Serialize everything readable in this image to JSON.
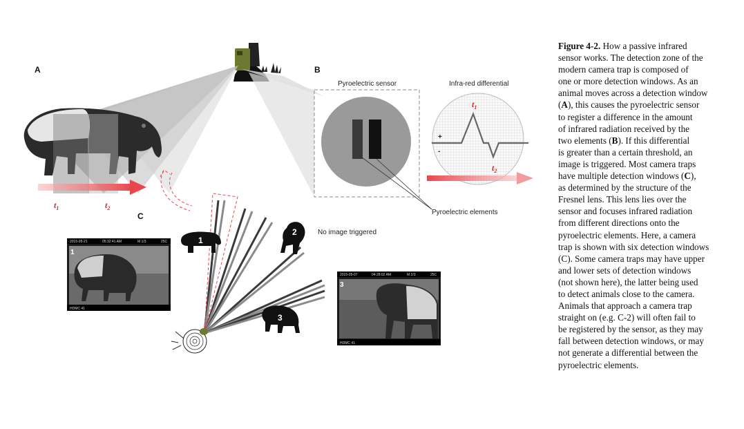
{
  "panels": {
    "a": "A",
    "b": "B",
    "c": "C"
  },
  "panel_a": {
    "time_1": {
      "base": "t",
      "sub": "1"
    },
    "time_2": {
      "base": "t",
      "sub": "2"
    }
  },
  "panel_b": {
    "sensor_title": "Pyroelectric sensor",
    "differential_title": "Infra-red differential",
    "plus": "+",
    "minus": "-",
    "peak_1": {
      "base": "t",
      "sub": "1"
    },
    "peak_2": {
      "base": "t",
      "sub": "2"
    },
    "elements_label": "Pyroelectric elements"
  },
  "panel_c": {
    "no_image": "No image triggered",
    "animal_labels": [
      "1",
      "2",
      "3"
    ],
    "photo_1": {
      "date": "2015-05-21",
      "time": "05:32:41 AM",
      "frame": "M 1/3",
      "temp": "25C",
      "num": "1",
      "footer": "HDMC 41"
    },
    "photo_3": {
      "date": "2015-05-07",
      "time": "04:28:02 AM",
      "frame": "M 2/3",
      "temp": "25C",
      "num": "3",
      "footer": "HDMC 41"
    }
  },
  "caption": {
    "lines": [
      {
        "bold": "Figure 4-2.",
        "text": " How a passive infrared"
      },
      {
        "text": "sensor works. The detection zone of the"
      },
      {
        "text": "modern camera trap is composed of"
      },
      {
        "text": "one or more detection windows. As an"
      },
      {
        "text": "animal moves across a detection window"
      },
      {
        "pre": "(",
        "bold": "A",
        "text": "), this causes the pyroelectric sensor"
      },
      {
        "text": "to register a difference in the amount"
      },
      {
        "text": "of infrared radiation received by the"
      },
      {
        "pre": "two elements (",
        "bold": "B",
        "text": "). If this differential"
      },
      {
        "text": "is greater than a certain threshold, an"
      },
      {
        "text": "image is triggered. Most camera traps"
      },
      {
        "pre": "have multiple detection windows (",
        "bold": "C",
        "text": "),"
      },
      {
        "text": "as determined by the structure of the"
      },
      {
        "text": "Fresnel lens. This lens lies over the"
      },
      {
        "text": "sensor and focuses infrared radiation"
      },
      {
        "text": "from different directions onto the"
      },
      {
        "text": "pyroelectric elements. Here, a camera"
      },
      {
        "text": "trap is shown with six detection windows"
      },
      {
        "text": "(C). Some camera traps may have upper"
      },
      {
        "text": "and lower sets of detection windows"
      },
      {
        "text": "(not shown here), the latter being used"
      },
      {
        "text": "to detect animals close to the camera."
      },
      {
        "text": "Animals that approach a camera trap"
      },
      {
        "text": "straight on (e.g. C-2) will often fail to"
      },
      {
        "text": "be registered by the sensor, as they may"
      },
      {
        "text": "fall between detection windows, or may"
      },
      {
        "text": "not generate a differential between the"
      },
      {
        "text": "pyroelectric elements."
      }
    ]
  },
  "colors": {
    "arrow_red": "#e8464c",
    "label_red": "#d8262e",
    "sensor_gray": "#9a9a9a",
    "element_dark": "#1e1e1e",
    "graph_line": "#666666"
  }
}
